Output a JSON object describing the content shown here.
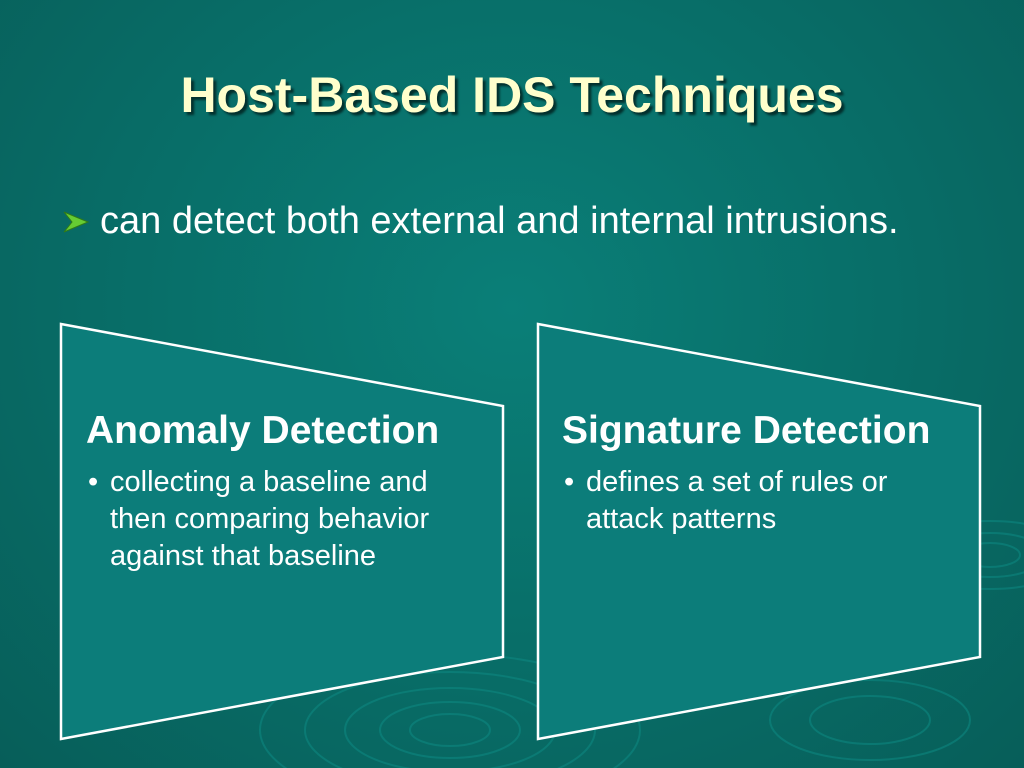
{
  "slide": {
    "title": "Host-Based IDS Techniques",
    "bullet": {
      "icon": "arrow-bullet-icon",
      "text": "can detect both external and internal intrusions."
    },
    "boxes": [
      {
        "heading": "Anomaly Detection",
        "items": [
          "collecting a baseline and then comparing behavior against that baseline"
        ]
      },
      {
        "heading": "Signature Detection",
        "items": [
          "defines a set of rules or attack patterns"
        ]
      }
    ],
    "colors": {
      "background": "#086d67",
      "title": "#ffffcc",
      "text": "#ffffff",
      "box_fill": "#0c7d7a",
      "box_border": "#ffffff",
      "arrow": "#66cc33"
    }
  }
}
